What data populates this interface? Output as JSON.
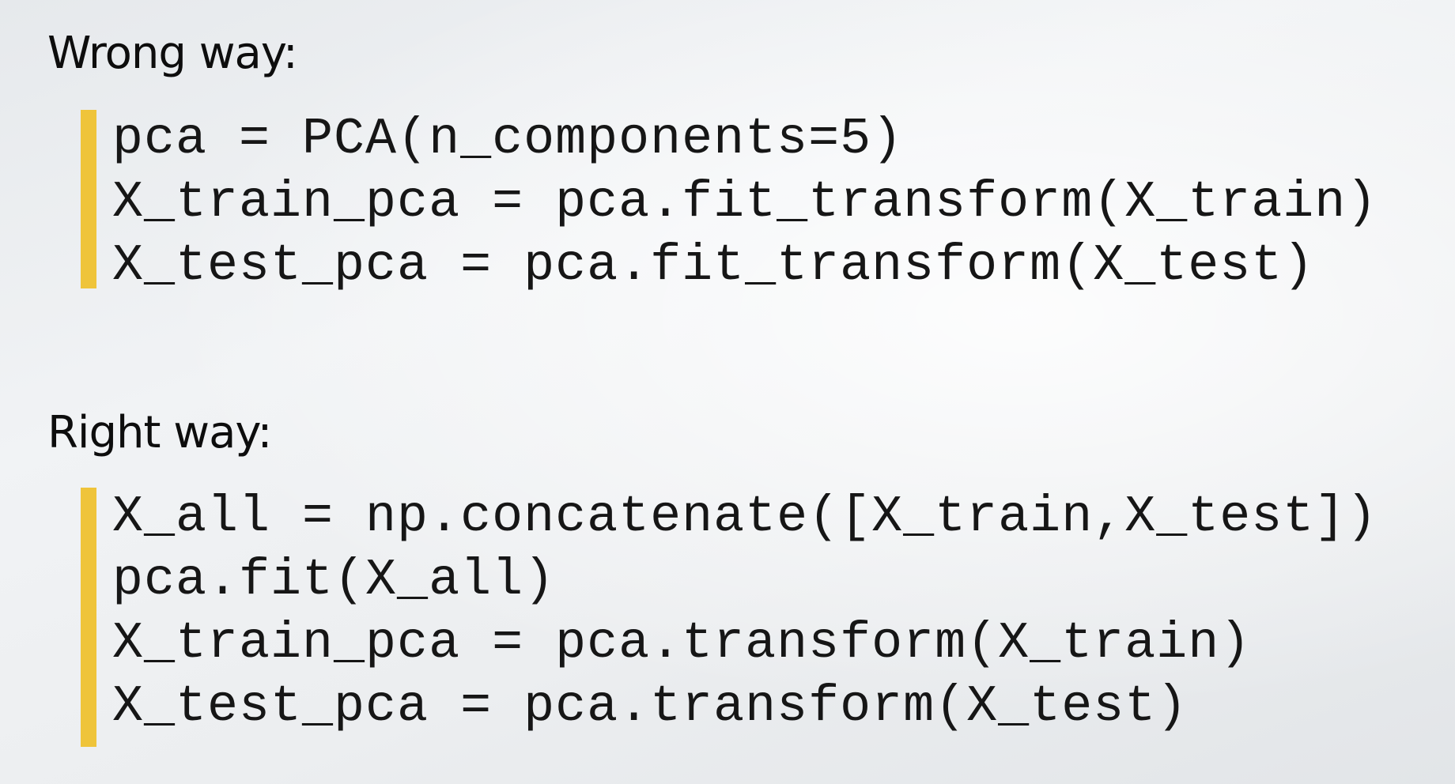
{
  "wrong_section": {
    "heading": "Wrong way:",
    "lines": [
      "pca = PCA(n_components=5)",
      "X_train_pca = pca.fit_transform(X_train)",
      "X_test_pca = pca.fit_transform(X_test)"
    ]
  },
  "right_section": {
    "heading": "Right way:",
    "lines": [
      "X_all = np.concatenate([X_train,X_test])",
      "pca.fit(X_all)",
      "X_train_pca = pca.transform(X_train)",
      "X_test_pca = pca.transform(X_test)"
    ]
  },
  "colors": {
    "accent_bar": "#efc43a",
    "text": "#161616"
  }
}
